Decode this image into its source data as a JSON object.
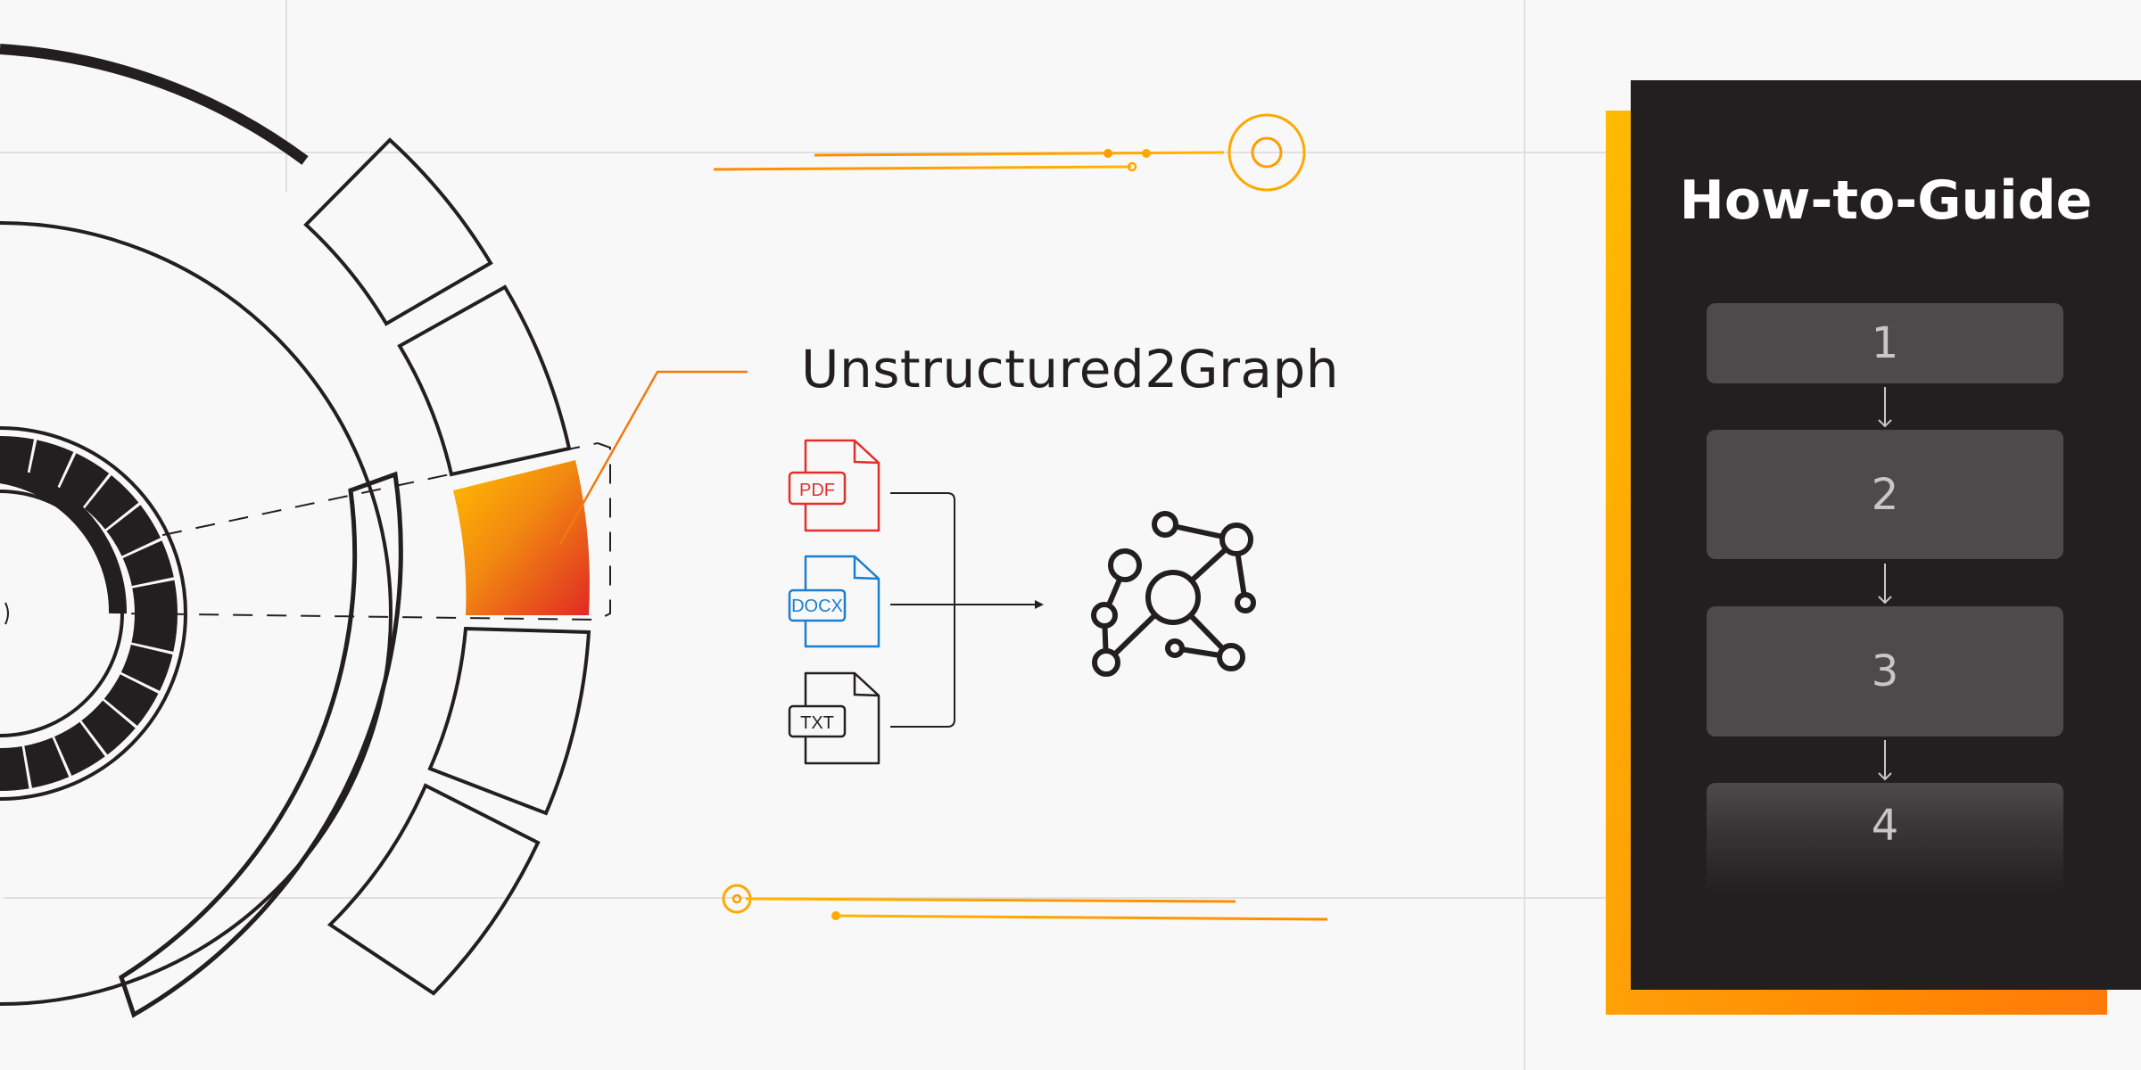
{
  "main": {
    "title": "Unstructured2Graph",
    "files": [
      {
        "label": "PDF",
        "color": "#e0302a",
        "icon": "pdf-file-icon"
      },
      {
        "label": "DOCX",
        "color": "#1a7fd0",
        "icon": "docx-file-icon"
      },
      {
        "label": "TXT",
        "color": "#231f20",
        "icon": "txt-file-icon"
      }
    ],
    "output_icon": "knowledge-graph-icon"
  },
  "guide": {
    "title": "How-to-Guide",
    "steps": [
      {
        "label": "1"
      },
      {
        "label": "2"
      },
      {
        "label": "3"
      },
      {
        "label": "4"
      }
    ]
  },
  "colors": {
    "accent_orange": "#ff8a00",
    "accent_yellow": "#ffbc00",
    "dark": "#231f20",
    "step_bg": "#4e4a4b",
    "background": "#f8f8f8"
  }
}
